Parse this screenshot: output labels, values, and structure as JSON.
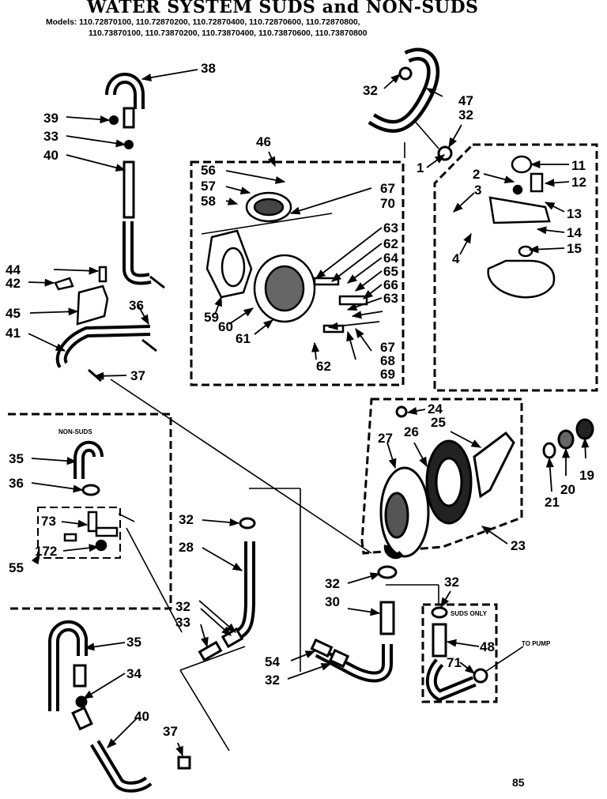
{
  "header": {
    "title": "WATER SYSTEM SUDS and NON-SUDS",
    "models_line1": "Models: 110.72870100, 110.72870200, 110.72870400, 110.72870600, 110.72870800,",
    "models_line2": "110.73870100, 110.73870200, 110.73870400, 110.73870600, 110.73870800"
  },
  "callouts": {
    "c38": "38",
    "c39": "39",
    "c33a": "33",
    "c40a": "40",
    "c44": "44",
    "c42": "42",
    "c45": "45",
    "c41": "41",
    "c36a": "36",
    "c37a": "37",
    "c46": "46",
    "c56": "56",
    "c57": "57",
    "c58": "58",
    "c67a": "67",
    "c70": "70",
    "c63a": "63",
    "c62a": "62",
    "c64": "64",
    "c65": "65",
    "c66": "66",
    "c63b": "63",
    "c59": "59",
    "c60": "60",
    "c61": "61",
    "c62b": "62",
    "c67b": "67",
    "c68": "68",
    "c69": "69",
    "c32a": "32",
    "c47": "47",
    "c32b": "32",
    "c1": "1",
    "c2": "2",
    "c3": "3",
    "c11": "11",
    "c12": "12",
    "c13": "13",
    "c14": "14",
    "c15": "15",
    "c4": "4",
    "c24": "24",
    "c27": "27",
    "c26": "26",
    "c25": "25",
    "c19": "19",
    "c20": "20",
    "c21": "21",
    "c23": "23",
    "c35a": "35",
    "c36b": "36",
    "c73": "73",
    "c172": "172",
    "c55": "55",
    "c32c": "32",
    "c28": "28",
    "c32d": "32",
    "c33b": "33",
    "c32e": "32",
    "c30": "30",
    "c32f": "32",
    "c48": "48",
    "c71": "71",
    "c54": "54",
    "c32g": "32",
    "c35b": "35",
    "c34": "34",
    "c40b": "40",
    "c37b": "37"
  },
  "labels": {
    "non_suds": "NON-SUDS",
    "suds_only": "SUDS ONLY",
    "to_pump": "TO PUMP"
  },
  "footer": {
    "page_number": "85"
  }
}
